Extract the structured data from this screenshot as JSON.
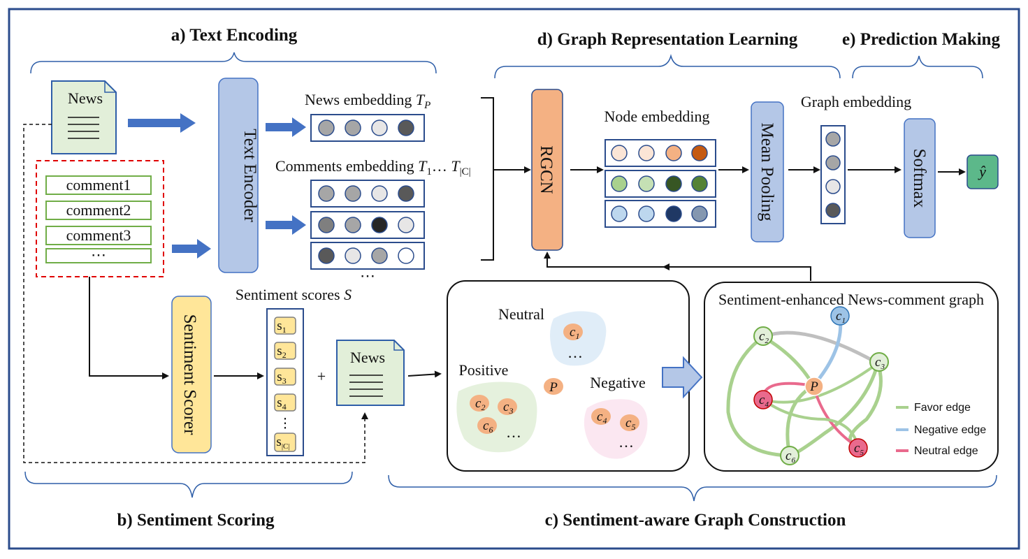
{
  "sections": {
    "text_encoding": "a) Text Encoding",
    "sentiment_scoring": "b) Sentiment Scoring",
    "graph_construction": "c) Sentiment-aware Graph Construction",
    "graph_learning": "d) Graph Representation Learning",
    "prediction": "e) Prediction Making"
  },
  "text_encoding": {
    "news_doc": "News",
    "comments": [
      "comment1",
      "comment2",
      "comment3",
      "⋯"
    ],
    "encoder": "Text Encoder",
    "news_embedding_label": "News embedding",
    "news_embedding_symbol": "T",
    "news_embedding_sub": "P",
    "comments_embedding_label": "Comments embedding",
    "comments_embedding_t1": "T",
    "comments_embedding_sub1": "1",
    "comments_embedding_dots": "…",
    "comments_embedding_tc": "T",
    "comments_embedding_subc": "|C|",
    "more_rows": "⋯"
  },
  "sentiment_scoring": {
    "scorer": "Sentiment Scorer",
    "scores_label": "Sentiment scores",
    "scores_symbol": "S",
    "scores": [
      "s",
      "s",
      "s",
      "s"
    ],
    "score_subs": [
      "1",
      "2",
      "3",
      "4"
    ],
    "score_vdots": "⋮",
    "score_last": "s",
    "score_last_sub": "|C|",
    "plus": "+",
    "news_doc": "News"
  },
  "graph_construction": {
    "neutral_label": "Neutral",
    "positive_label": "Positive",
    "negative_label": "Negative",
    "ellipsis": "…",
    "graph_title": "Sentiment-enhanced News-comment graph",
    "node_letter": "c",
    "center_node": "P",
    "legend": [
      "Favor edge",
      "Negative edge",
      "Neutral edge"
    ]
  },
  "graph_learning": {
    "rgcn": "RGCN",
    "node_embedding": "Node embedding",
    "mean_pooling": "Mean Pooling",
    "graph_embedding": "Graph embedding"
  },
  "prediction": {
    "softmax": "Softmax",
    "output": "ŷ"
  },
  "colors": {
    "frame": "#2b4c8c",
    "arrow_blue": "#4472c4",
    "encoder_fill": "#b4c7e7",
    "doc_fill": "#e2efd9",
    "rgcn_fill": "#f4b183",
    "scorer_fill": "#ffe699",
    "output_fill": "#5cb88a",
    "favor_edge": "#a9d18e",
    "negative_edge": "#9dc3e6",
    "neutral_edge": "#e96a8d",
    "comment_box": "#70ad47",
    "dashed_red": "#e00000"
  }
}
